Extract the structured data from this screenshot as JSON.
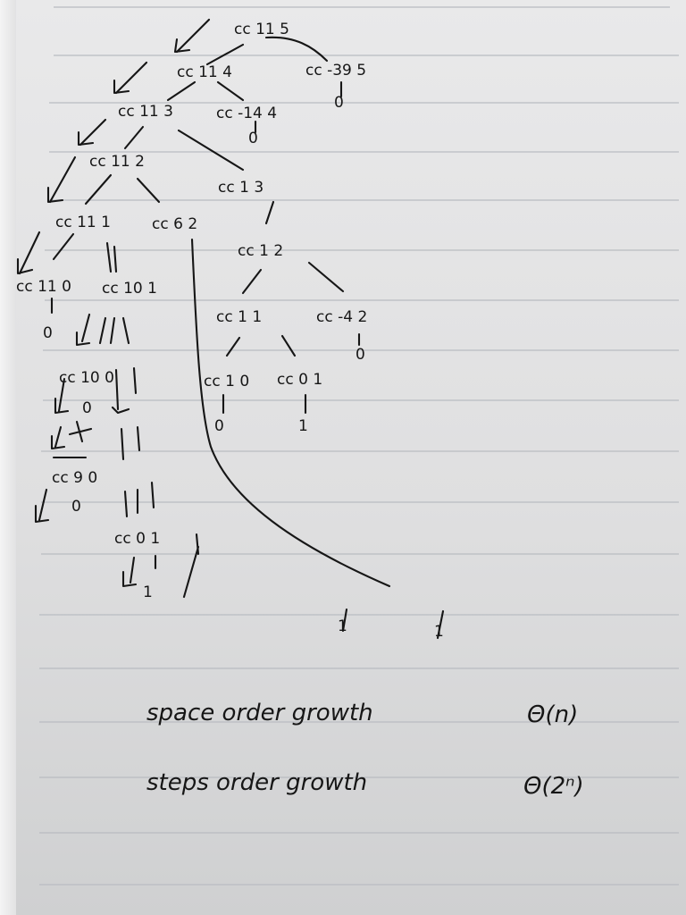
{
  "nodes": {
    "n0": "cc 11 5",
    "n1": "cc 11 4",
    "n2": "cc -39 5",
    "n2_ret": "0",
    "n3": "cc 11 3",
    "n4": "cc -14 4",
    "n4_ret": "0",
    "n5": "cc 11 2",
    "n6": "cc 1 3",
    "n7": "cc 11 1",
    "n8": "cc 6 2",
    "n9": "cc 1 2",
    "n10": "cc 11 0",
    "n10_ret": "0",
    "n11": "cc 10 1",
    "n12": "cc 1 1",
    "n13": "cc -4 2",
    "n13_ret": "0",
    "n14": "cc 10 0",
    "n14_ret": "0",
    "n15": "cc 1 0",
    "n15_ret": "0",
    "n16": "cc 0 1",
    "n16_ret": "1",
    "n17": "cc 9 0",
    "n17_ret": "0",
    "n18": "cc 0 1",
    "n18_ret": "1",
    "ret_a": "1",
    "ret_b": "1"
  },
  "notes": {
    "space_label": "space order growth",
    "space_value": "Θ(n)",
    "steps_label": "steps order growth",
    "steps_value": "Θ(2ⁿ)"
  }
}
